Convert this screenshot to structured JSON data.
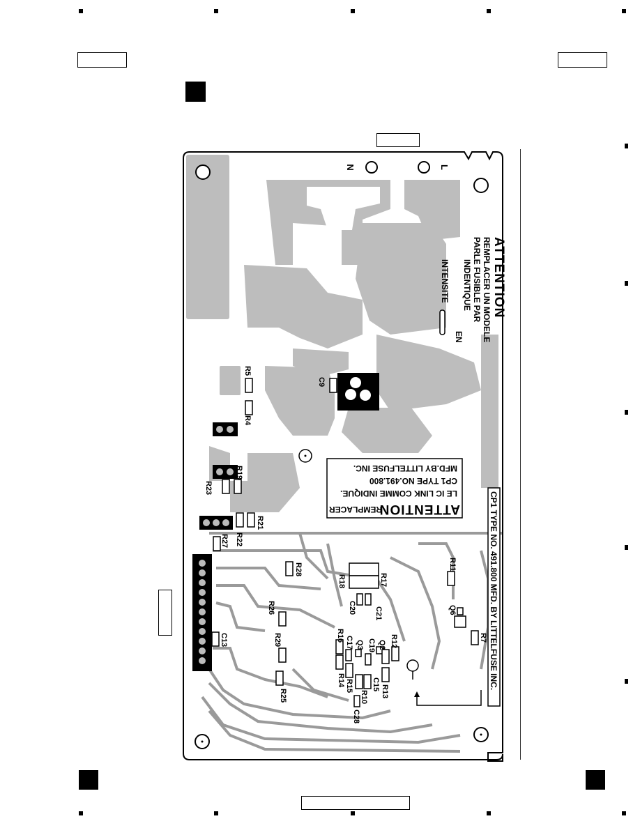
{
  "board": {
    "terminal_n": "N",
    "terminal_l": "L",
    "fuse_notice_fr": {
      "heading": "ATTENTION",
      "lines": [
        "REMPLACER UN MODELE",
        "PARLE FUSIBLE PAR",
        "INDENTIQUE",
        "INTENSITE"
      ],
      "en": "EN"
    },
    "link_notice": {
      "heading": "ATTENTION",
      "replace": "REMPLACER",
      "lines": [
        "LE IC LINK COMME INDIQUE.",
        "CP1 TYPE NO.491.800",
        "MFD.BY LITTELFUSE INC."
      ]
    },
    "cp1_text": "CP1 TYPE NO. 491.800 MFD. BY LITTELFUSE INC.",
    "components": {
      "r5": "R5",
      "r4": "R4",
      "c9": "C9",
      "r19": "R19",
      "r23": "R23",
      "r21": "R21",
      "r22": "R22",
      "r27": "R27",
      "r28": "R28",
      "r17": "R17",
      "r18": "R18",
      "c20": "C20",
      "c21": "C21",
      "r11": "R11",
      "q6": "Q6",
      "r7": "R7",
      "r26": "R26",
      "r29": "R29",
      "c13": "C13",
      "r25": "R25",
      "r16": "R16",
      "c17": "C17",
      "c19": "C19",
      "q3": "Q3",
      "q2": "Q2",
      "r12": "R12",
      "r14": "R14",
      "r15": "R15",
      "r10": "R10",
      "c15": "C15",
      "r13": "R13",
      "c28": "C28"
    }
  }
}
